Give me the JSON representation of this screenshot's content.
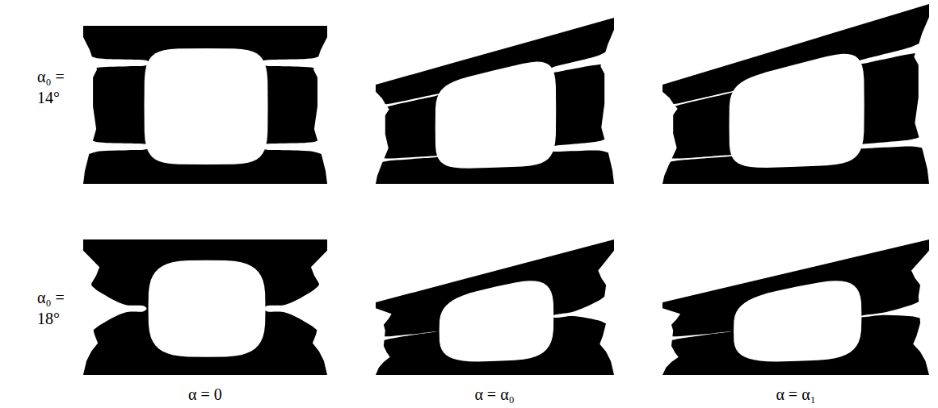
{
  "diagram": {
    "labels": [
      "α₀ = 14°",
      "α₀ = 18°",
      "α = 0",
      "α = α₀",
      "α = α₁"
    ]
  }
}
